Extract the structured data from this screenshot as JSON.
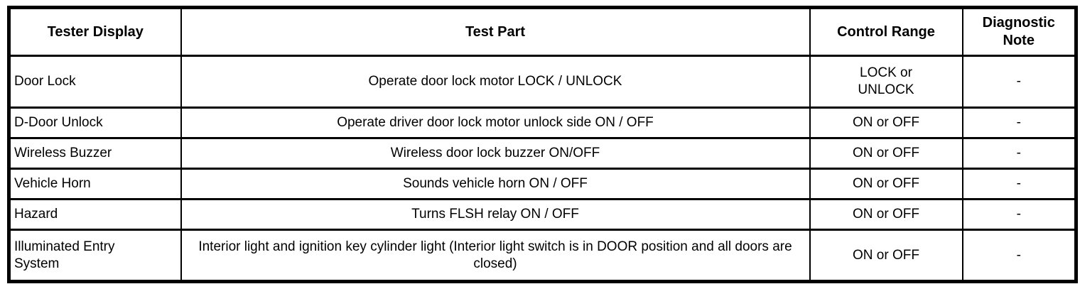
{
  "table": {
    "headers": {
      "tester_display": "Tester Display",
      "test_part": "Test Part",
      "control_range": "Control Range",
      "diagnostic_note": "Diagnostic\nNote"
    },
    "rows": [
      {
        "tester_display": "Door Lock",
        "test_part": "Operate door lock motor LOCK / UNLOCK",
        "control_range": "LOCK or\nUNLOCK",
        "diagnostic_note": "-"
      },
      {
        "tester_display": "D-Door Unlock",
        "test_part": "Operate driver door lock motor unlock side ON / OFF",
        "control_range": "ON or OFF",
        "diagnostic_note": "-"
      },
      {
        "tester_display": "Wireless Buzzer",
        "test_part": "Wireless door lock buzzer ON/OFF",
        "control_range": "ON or OFF",
        "diagnostic_note": "-"
      },
      {
        "tester_display": "Vehicle Horn",
        "test_part": "Sounds vehicle horn ON / OFF",
        "control_range": "ON or OFF",
        "diagnostic_note": "-"
      },
      {
        "tester_display": "Hazard",
        "test_part": "Turns FLSH relay ON / OFF",
        "control_range": "ON or OFF",
        "diagnostic_note": "-"
      },
      {
        "tester_display": "Illuminated Entry System",
        "test_part": "Interior light and ignition key cylinder light (Interior light switch is in DOOR position and all doors are closed)",
        "control_range": "ON or OFF",
        "diagnostic_note": "-"
      }
    ],
    "colors": {
      "border": "#000000",
      "text": "#000000",
      "background": "#ffffff"
    }
  }
}
